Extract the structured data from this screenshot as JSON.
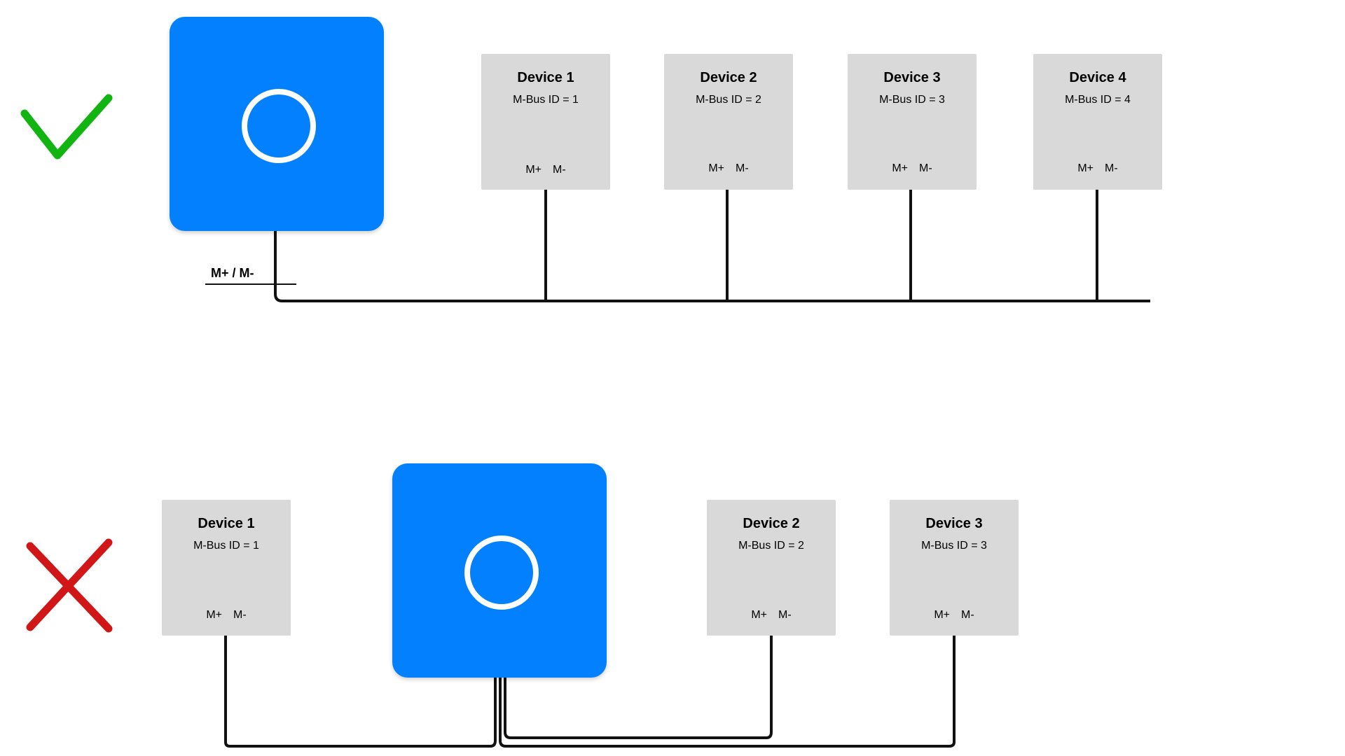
{
  "correct_topology": {
    "status_icon": "checkmark-icon",
    "status_color": "#11b411",
    "gateway_color": "#0380fe",
    "bus_label": "M+ / M-",
    "devices": [
      {
        "name": "Device 1",
        "id": "M-Bus ID = 1",
        "plus": "M+",
        "minus": "M-"
      },
      {
        "name": "Device 2",
        "id": "M-Bus ID = 2",
        "plus": "M+",
        "minus": "M-"
      },
      {
        "name": "Device 3",
        "id": "M-Bus ID = 3",
        "plus": "M+",
        "minus": "M-"
      },
      {
        "name": "Device 4",
        "id": "M-Bus ID = 4",
        "plus": "M+",
        "minus": "M-"
      }
    ]
  },
  "incorrect_topology": {
    "status_icon": "cross-icon",
    "status_color": "#d01616",
    "gateway_color": "#0380fe",
    "devices": [
      {
        "name": "Device 1",
        "id": "M-Bus ID = 1",
        "plus": "M+",
        "minus": "M-"
      },
      {
        "name": "Device 2",
        "id": "M-Bus ID = 2",
        "plus": "M+",
        "minus": "M-"
      },
      {
        "name": "Device 3",
        "id": "M-Bus ID = 3",
        "plus": "M+",
        "minus": "M-"
      }
    ]
  }
}
